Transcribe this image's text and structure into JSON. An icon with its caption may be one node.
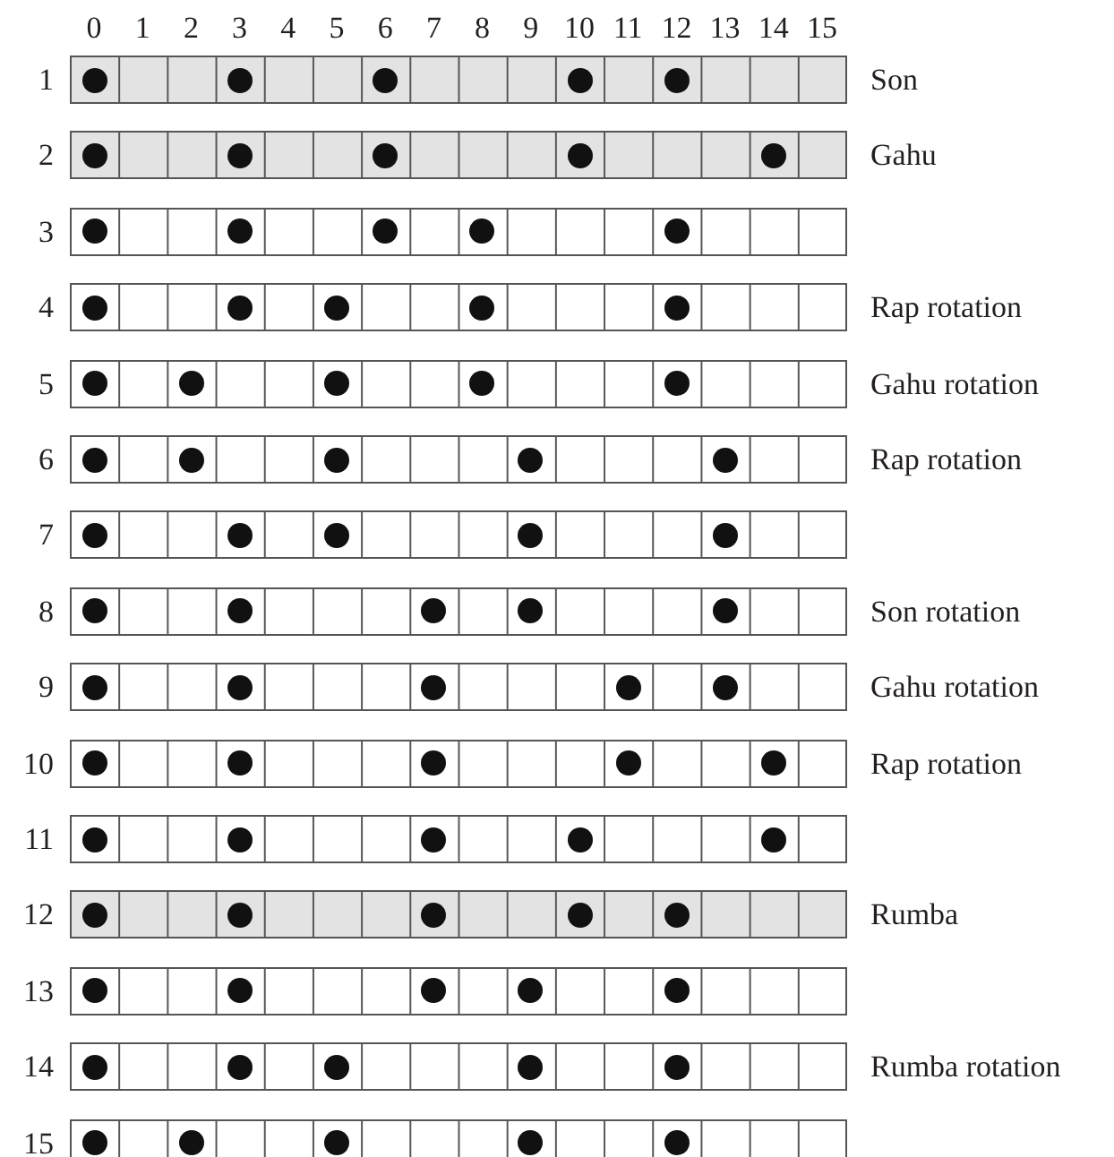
{
  "diagram": {
    "nodes": [
      {
        "text": [
          "1"
        ],
        "beside": [
          "Son"
        ]
      },
      {
        "text": [],
        "shape": "circle",
        "in": 0
      },
      {
        "text": [],
        "shape": "circle",
        "in": 0
      },
      {
        "text": [],
        "shape": "circle",
        "in": 0
      },
      {
        "text": [],
        "shape": "circle",
        "in": 0
      },
      {
        "text": [],
        "shape": "circle",
        "in": 0
      },
      {
        "text": [
          "2"
        ],
        "beside": [
          "Gahu"
        ]
      },
      {
        "text": [],
        "shape": "circle",
        "in": 6
      },
      {
        "text": [],
        "shape": "circle",
        "in": 6
      },
      {
        "text": [],
        "shape": "circle",
        "in": 6
      },
      {
        "text": [],
        "shape": "circle",
        "in": 6
      },
      {
        "text": [],
        "shape": "circle",
        "in": 6
      },
      {
        "text": [
          "3"
        ]
      },
      {
        "text": [],
        "shape": "circle",
        "in": 12
      },
      {
        "text": [],
        "shape": "circle",
        "in": 12
      },
      {
        "text": [],
        "shape": "circle",
        "in": 12
      },
      {
        "text": [],
        "shape": "circle",
        "in": 12
      },
      {
        "text": [],
        "shape": "circle",
        "in": 12
      },
      {
        "text": [
          "4"
        ],
        "beside": [
          "Rap rotation"
        ]
      },
      {
        "text": [],
        "shape": "circle",
        "in": 18
      },
      {
        "text": [],
        "shape": "circle",
        "in": 18
      },
      {
        "text": [],
        "shape": "circle",
        "in": 18
      },
      {
        "text": [],
        "shape": "circle",
        "in": 18
      },
      {
        "text": [],
        "shape": "circle",
        "in": 18
      },
      {
        "text": [
          "5"
        ],
        "beside": [
          "Gahu rotation"
        ]
      },
      {
        "text": [],
        "shape": "circle",
        "in": 24
      },
      {
        "text": [],
        "shape": "circle",
        "in": 24
      },
      {
        "text": [],
        "shape": "circle",
        "in": 24
      },
      {
        "text": [],
        "shape": "circle",
        "in": 24
      },
      {
        "text": [],
        "shape": "circle",
        "in": 24
      },
      {
        "text": [
          "6"
        ],
        "beside": [
          "Rap rotation"
        ]
      },
      {
        "text": [],
        "shape": "circle",
        "in": 30
      },
      {
        "text": [],
        "shape": "circle",
        "in": 30
      },
      {
        "text": [],
        "shape": "circle",
        "in": 30
      },
      {
        "text": [],
        "shape": "circle",
        "in": 30
      },
      {
        "text": [],
        "shape": "circle",
        "in": 30
      },
      {
        "text": [
          "7"
        ]
      },
      {
        "text": [],
        "shape": "circle",
        "in": 36
      },
      {
        "text": [],
        "shape": "circle",
        "in": 36
      },
      {
        "text": [],
        "shape": "circle",
        "in": 36
      },
      {
        "text": [],
        "shape": "circle",
        "in": 36
      },
      {
        "text": [],
        "shape": "circle",
        "in": 36
      },
      {
        "text": [
          "8"
        ],
        "beside": [
          "Son rotation"
        ]
      },
      {
        "text": [],
        "shape": "circle",
        "in": 42
      },
      {
        "text": [],
        "shape": "circle",
        "in": 42
      },
      {
        "text": [],
        "shape": "circle",
        "in": 42
      },
      {
        "text": [],
        "shape": "circle",
        "in": 42
      },
      {
        "text": [],
        "shape": "circle",
        "in": 42
      },
      {
        "text": [
          "9"
        ],
        "beside": [
          "Gahu rotation"
        ]
      },
      {
        "text": [],
        "shape": "circle",
        "in": 48
      },
      {
        "text": [],
        "shape": "circle",
        "in": 48
      },
      {
        "text": [],
        "shape": "circle",
        "in": 48
      },
      {
        "text": [],
        "shape": "circle",
        "in": 48
      },
      {
        "text": [],
        "shape": "circle",
        "in": 48
      },
      {
        "text": [
          "10"
        ],
        "beside": [
          "Rap rotation"
        ]
      },
      {
        "text": [],
        "shape": "circle",
        "in": 54
      },
      {
        "text": [],
        "shape": "circle",
        "in": 54
      },
      {
        "text": [],
        "shape": "circle",
        "in": 54
      },
      {
        "text": [],
        "shape": "circle",
        "in": 54
      },
      {
        "text": [],
        "shape": "circle",
        "in": 54
      },
      {
        "text": [
          "11"
        ]
      },
      {
        "text": [],
        "shape": "circle",
        "in": 60
      },
      {
        "text": [],
        "shape": "circle",
        "in": 60
      },
      {
        "text": [],
        "shape": "circle",
        "in": 60
      },
      {
        "text": [],
        "shape": "circle",
        "in": 60
      },
      {
        "text": [],
        "shape": "circle",
        "in": 60
      },
      {
        "text": [
          "12"
        ],
        "beside": [
          "Rumba"
        ]
      },
      {
        "text": [],
        "shape": "circle",
        "in": 66
      },
      {
        "text": [],
        "shape": "circle",
        "in": 66
      },
      {
        "text": [],
        "shape": "circle",
        "in": 66
      },
      {
        "text": [],
        "shape": "circle",
        "in": 66
      },
      {
        "text": [],
        "shape": "circle",
        "in": 66
      },
      {
        "text": [
          "13"
        ]
      },
      {
        "text": [],
        "shape": "circle",
        "in": 72
      },
      {
        "text": [],
        "shape": "circle",
        "in": 72
      },
      {
        "text": [],
        "shape": "circle",
        "in": 72
      },
      {
        "text": [],
        "shape": "circle",
        "in": 72
      },
      {
        "text": [],
        "shape": "circle",
        "in": 72
      },
      {
        "text": [
          "14"
        ],
        "beside": [
          "Rumba rotation"
        ]
      },
      {
        "text": [],
        "shape": "circle",
        "in": 78
      },
      {
        "text": [],
        "shape": "circle",
        "in": 78
      },
      {
        "text": [],
        "shape": "circle",
        "in": 78
      },
      {
        "text": [],
        "shape": "circle",
        "in": 78
      },
      {
        "text": [],
        "shape": "circle",
        "in": 78
      },
      {
        "text": [
          "15"
        ]
      },
      {
        "text": [],
        "shape": "circle",
        "in": 84
      },
      {
        "text": [],
        "shape": "circle",
        "in": 84
      },
      {
        "text": [],
        "shape": "circle",
        "in": 84
      },
      {
        "text": [],
        "shape": "circle",
        "in": 84
      },
      {
        "text": [],
        "shape": "circle",
        "in": 84
      }
    ],
    "labels": [
      "0",
      "1",
      "2",
      "3",
      "4",
      "5",
      "6",
      "7",
      "8",
      "9",
      "10",
      "11",
      "12",
      "13",
      "14",
      "15"
    ]
  }
}
